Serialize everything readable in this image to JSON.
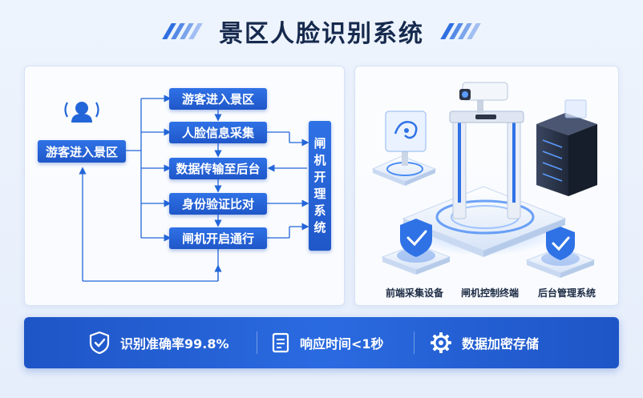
{
  "title": "景区人脸识别系统",
  "flow": {
    "entry": "游客进入景区",
    "steps": [
      "游客进入景区",
      "人脸信息采集",
      "数据传输至后台",
      "身份验证比对",
      "闸机开启通行"
    ],
    "gate_system_chars": [
      "闸",
      "机",
      "开",
      "理",
      "系",
      "统"
    ]
  },
  "devices": [
    "前端采集设备",
    "闸机控制终端",
    "后台管理系统"
  ],
  "features": [
    {
      "icon": "shield-check-icon",
      "label": "识别准确率99.8%"
    },
    {
      "icon": "document-icon",
      "label": "响应时间<1秒"
    },
    {
      "icon": "gear-icon",
      "label": "数据加密存储"
    }
  ],
  "colors": {
    "primary": "#2366d9",
    "dark_text": "#16294d",
    "background": "#eef4fd"
  }
}
